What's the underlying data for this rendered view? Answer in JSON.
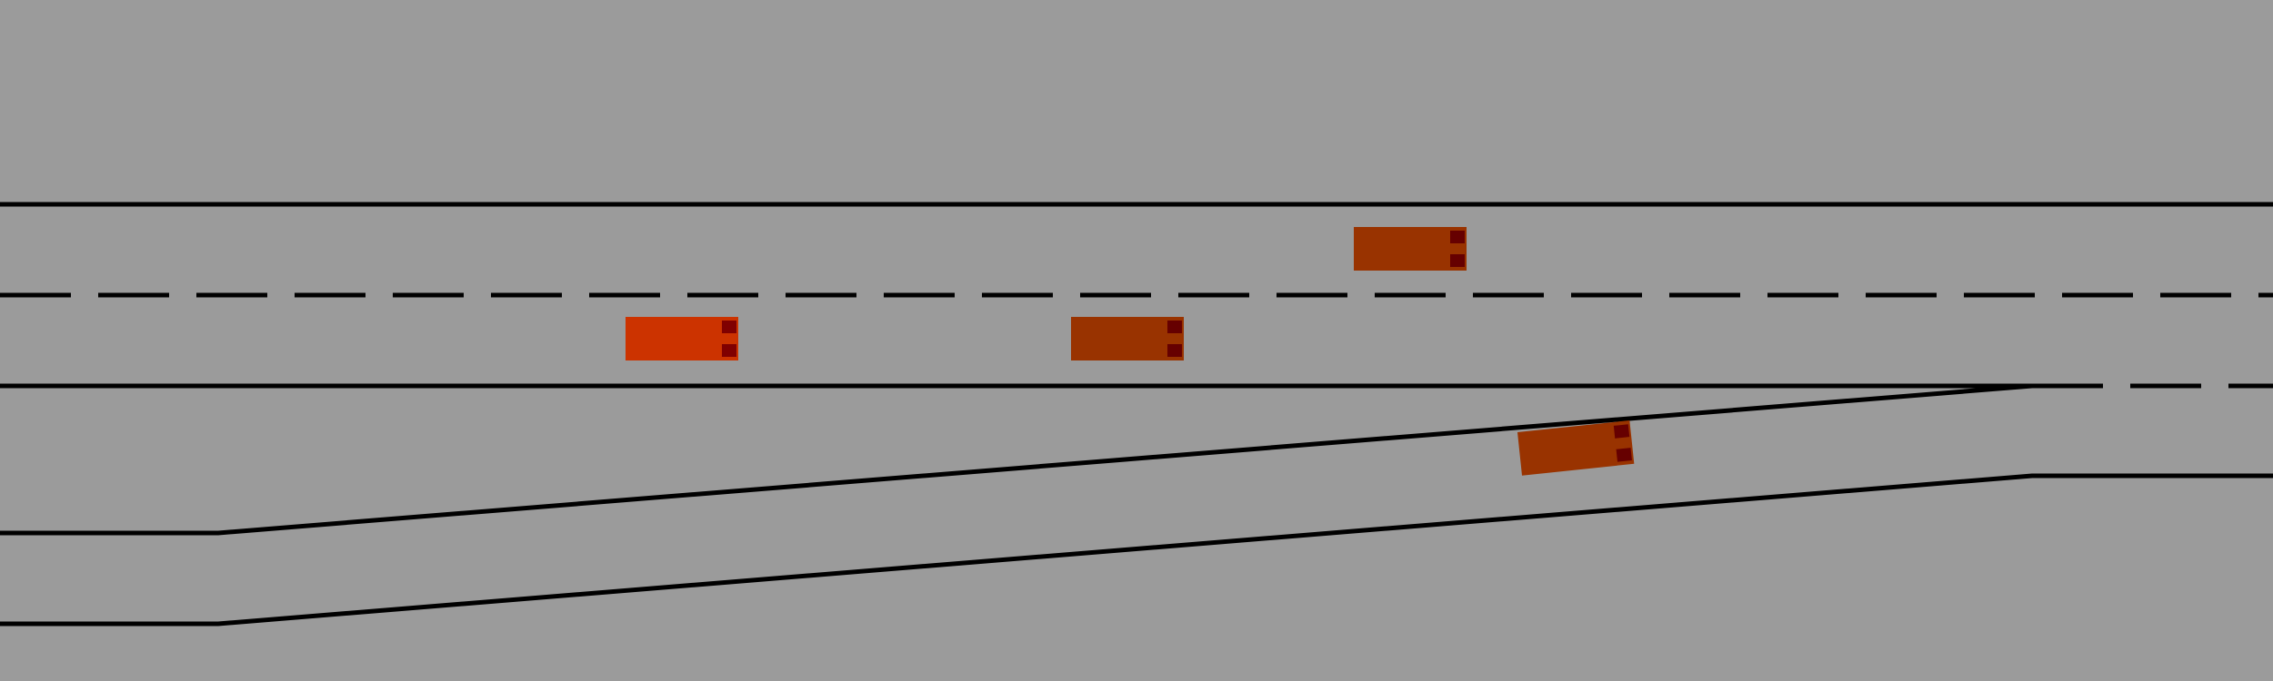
{
  "scene": {
    "background_color": "#9b9b9b",
    "line_color": "#000000"
  },
  "road": {
    "main_lanes": 2,
    "has_on_ramp": true,
    "ramp_merges_into": "right-lane"
  },
  "vehicles": [
    {
      "id": "ego",
      "role": "ego-vehicle",
      "lane": "main-right",
      "color": "#cc3300",
      "light_color": "#800000"
    },
    {
      "id": "car-1",
      "role": "traffic-vehicle",
      "lane": "main-right",
      "color": "#993300",
      "light_color": "#660000"
    },
    {
      "id": "car-2",
      "role": "traffic-vehicle",
      "lane": "main-left",
      "color": "#993300",
      "light_color": "#660000"
    },
    {
      "id": "car-3",
      "role": "traffic-vehicle",
      "lane": "on-ramp",
      "color": "#993300",
      "light_color": "#660000"
    }
  ]
}
